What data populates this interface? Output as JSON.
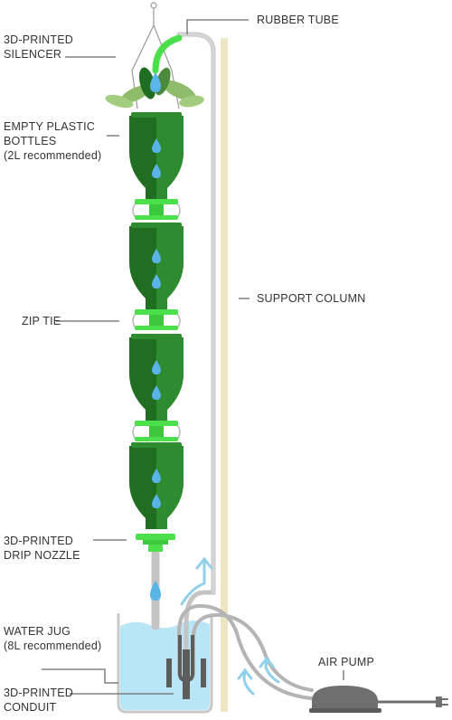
{
  "labels": {
    "silencer": [
      "3D-PRINTED",
      "SILENCER"
    ],
    "tube": [
      "RUBBER TUBE"
    ],
    "bottles": [
      "EMPTY PLASTIC",
      "BOTTLES",
      "(2L recommended)"
    ],
    "column": [
      "SUPPORT COLUMN"
    ],
    "zip_tie": [
      "ZIP TIE"
    ],
    "nozzle": [
      "3D-PRINTED",
      "DRIP NOZZLE"
    ],
    "jug": [
      "WATER JUG",
      "(8L recommended)"
    ],
    "conduit": [
      "3D-PRINTED",
      "CONDUIT"
    ],
    "pump": [
      "AIR PUMP"
    ]
  },
  "colors": {
    "bottle_dark": "#1f6e21",
    "bottle_light": "#2e8b2f",
    "printed_green": "#4be04b",
    "water_drop": "#5ab4e6",
    "water": "#b9e6f6",
    "tube_gray": "#c4c4c4",
    "column": "#ede4c2",
    "pump": "#6f6f6f",
    "leaf": "#8fbc6a",
    "leader": "#6b6b6b"
  }
}
